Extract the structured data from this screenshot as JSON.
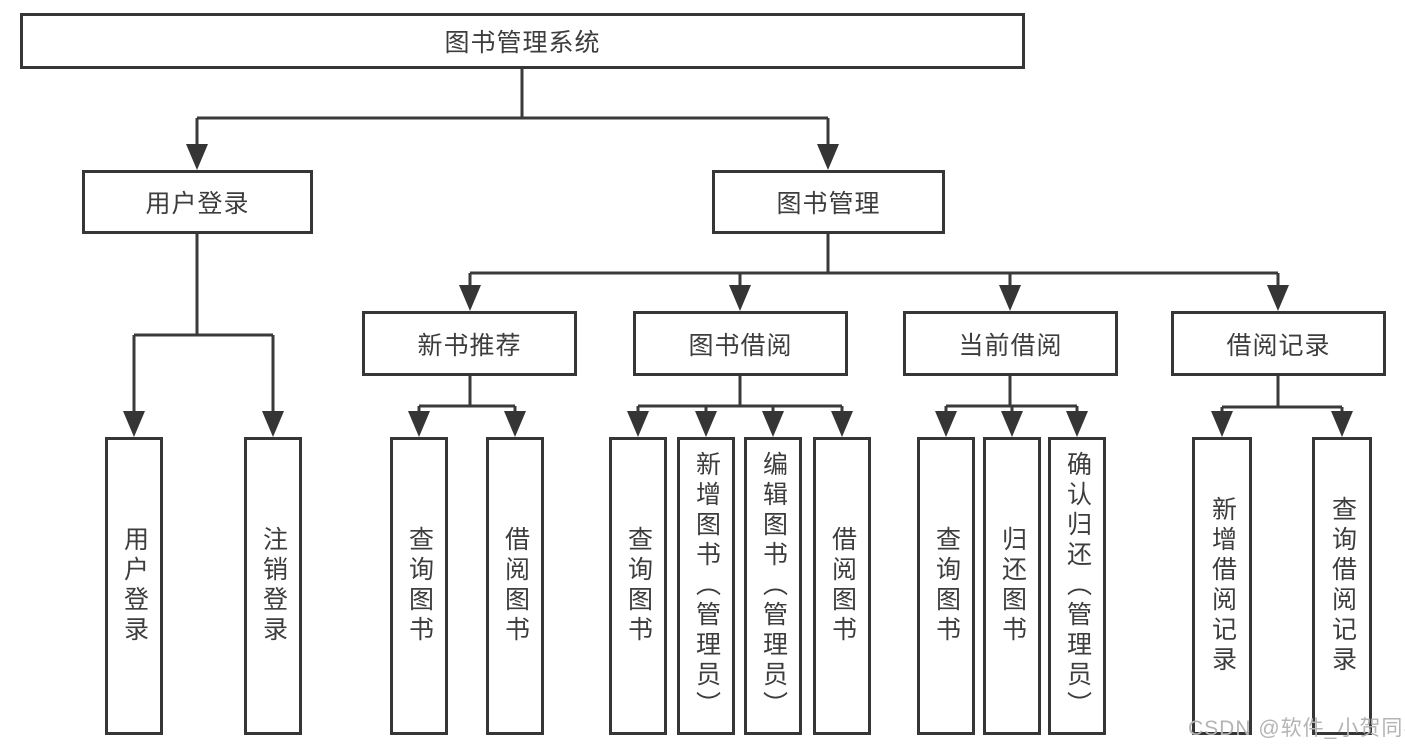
{
  "diagram": {
    "root": {
      "label": "图书管理系统"
    },
    "level2": [
      {
        "label": "用户登录"
      },
      {
        "label": "图书管理"
      }
    ],
    "level3": [
      {
        "label": "新书推荐"
      },
      {
        "label": "图书借阅"
      },
      {
        "label": "当前借阅"
      },
      {
        "label": "借阅记录"
      }
    ],
    "leaves": {
      "user_login": [
        {
          "label": "用户登录"
        },
        {
          "label": "注销登录"
        }
      ],
      "new_book_recommend": [
        {
          "label": "查询图书"
        },
        {
          "label": "借阅图书"
        }
      ],
      "book_borrow": [
        {
          "label": "查询图书"
        },
        {
          "label": "新增图书（管理员）"
        },
        {
          "label": "编辑图书（管理员）"
        },
        {
          "label": "借阅图书"
        }
      ],
      "current_borrow": [
        {
          "label": "查询图书"
        },
        {
          "label": "归还图书"
        },
        {
          "label": "确认归还（管理员）"
        }
      ],
      "borrow_records": [
        {
          "label": "新增借阅记录"
        },
        {
          "label": "查询借阅记录"
        }
      ]
    },
    "colors": {
      "line": "#3a3a3a",
      "box_border": "#363636",
      "box_fill": "#ffffff",
      "text": "#3d3d3d",
      "watermark": "#b4b4b4"
    },
    "watermark": "CSDN @软件_小贺同学"
  }
}
